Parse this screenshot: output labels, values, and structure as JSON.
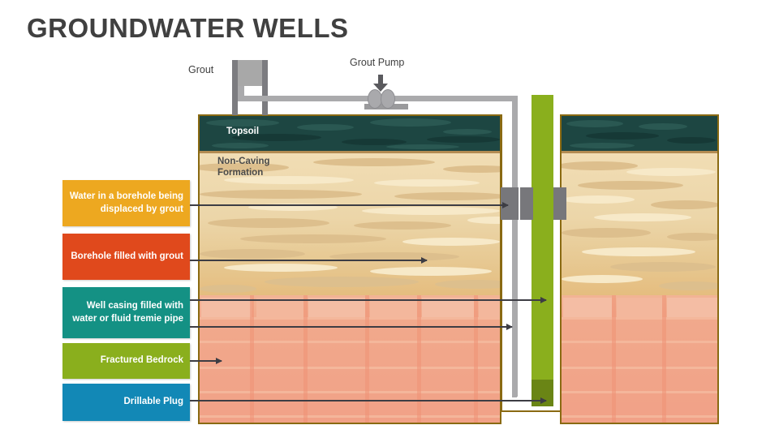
{
  "page": {
    "title": "GROUNDWATER WELLS",
    "background": "#ffffff"
  },
  "equipment": {
    "grout_label": "Grout",
    "grout_pump_label": "Grout Pump",
    "down_arrow_icon": "arrow-down-icon"
  },
  "strata": {
    "topsoil_label": "Topsoil",
    "noncaving_label": "Non-Caving\nFormation",
    "colors": {
      "topsoil": "#1d4642",
      "noncaving": "#ecd6a9",
      "bedrock": "#f1a98c",
      "outline": "#8a6a12"
    }
  },
  "legend": {
    "items": [
      {
        "label": "Water in a borehole being displaced by grout",
        "color": "#eda820"
      },
      {
        "label": "Borehole filled with grout",
        "color": "#e0491c"
      },
      {
        "label": "Well casing filled with water or fluid tremie pipe",
        "color": "#149184"
      },
      {
        "label": "Fractured Bedrock",
        "color": "#8aaf1d"
      },
      {
        "label": "Drillable Plug",
        "color": "#1288b6"
      }
    ]
  },
  "well": {
    "casing_color": "#aaaaac",
    "grout_column_color": "#8aaf1d",
    "drillable_plug_color": "#6a8515",
    "collar_color": "#77777b"
  }
}
